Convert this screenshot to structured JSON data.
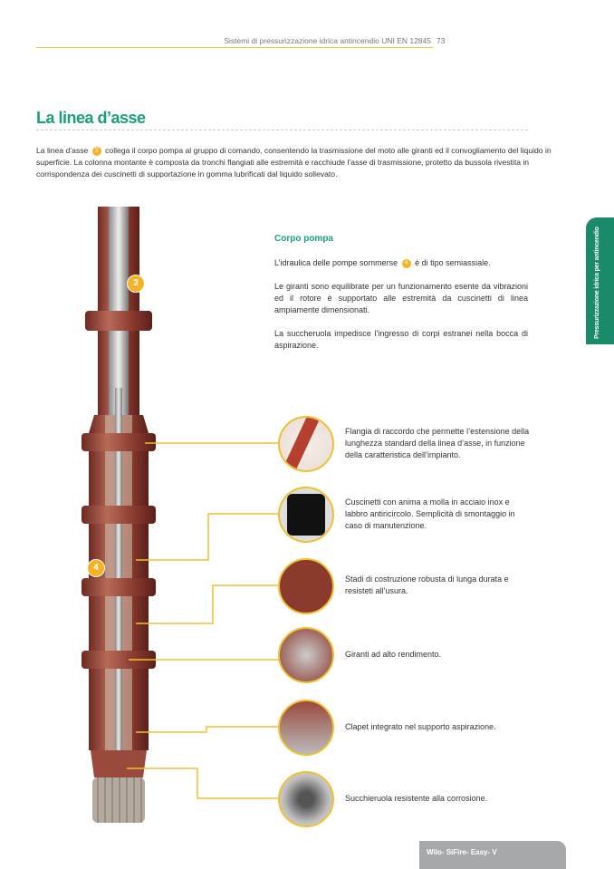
{
  "header": {
    "running_title": "Sistemi di pressurizzazione idrica antincendio UNI EN 12845",
    "page_number": "73"
  },
  "title": "La linea d’asse",
  "intro": {
    "before": "La linea d’asse",
    "badge": "3",
    "after": "collega il corpo pompa al gruppo di comando, consentendo la trasmissione del moto alle giranti ed il convogliamento del liquido in superficie. La colonna montante è composta da tronchi flangiati alle estremità e racchiude l’asse di trasmissione, protetto da bussola rivestita in corrispondenza dei cuscinetti di supportazione in gomma lubrificati dal liquido sollevato."
  },
  "corpo_pompa": {
    "title": "Corpo pompa",
    "p1_before": "L’idraulica delle pompe sommerse",
    "p1_badge": "4",
    "p1_after": "è di tipo  semiassiale.",
    "p2": "Le giranti sono equilibrate per un funzionamento esente da vibrazioni ed il rotore è supportato alle estremità da cuscinetti di linea ampiamente dimensionati.",
    "p3": "La succheruola impedisce l'ingresso di corpi estranei nella bocca di aspirazione."
  },
  "callouts": [
    "Flangia di raccordo che permette l’estensione della lunghezza standard della linea d’asse, in funzione della caratteristica dell’impianto.",
    "Cuscinetti con anima a molla in acciaio inox e labbro antiricircolo. Semplicità di smontaggio in caso di manutenzione.",
    "Stadi di costruzione robusta di lunga durata e resisteti all’usura.",
    "Giranti ad alto rendimento.",
    "Clapet integrato nel supporto aspirazione.",
    "Succhieruola resistente alla corrosione."
  ],
  "markers": [
    "3",
    "4"
  ],
  "side_tab": "Pressurizzazione idrica per antincendio",
  "footer": "Wilo- SiFire- Easy- V",
  "colors": {
    "accent": "#1a9e7f",
    "yellow": "#f0c030",
    "pump": "#8b3a2e"
  }
}
